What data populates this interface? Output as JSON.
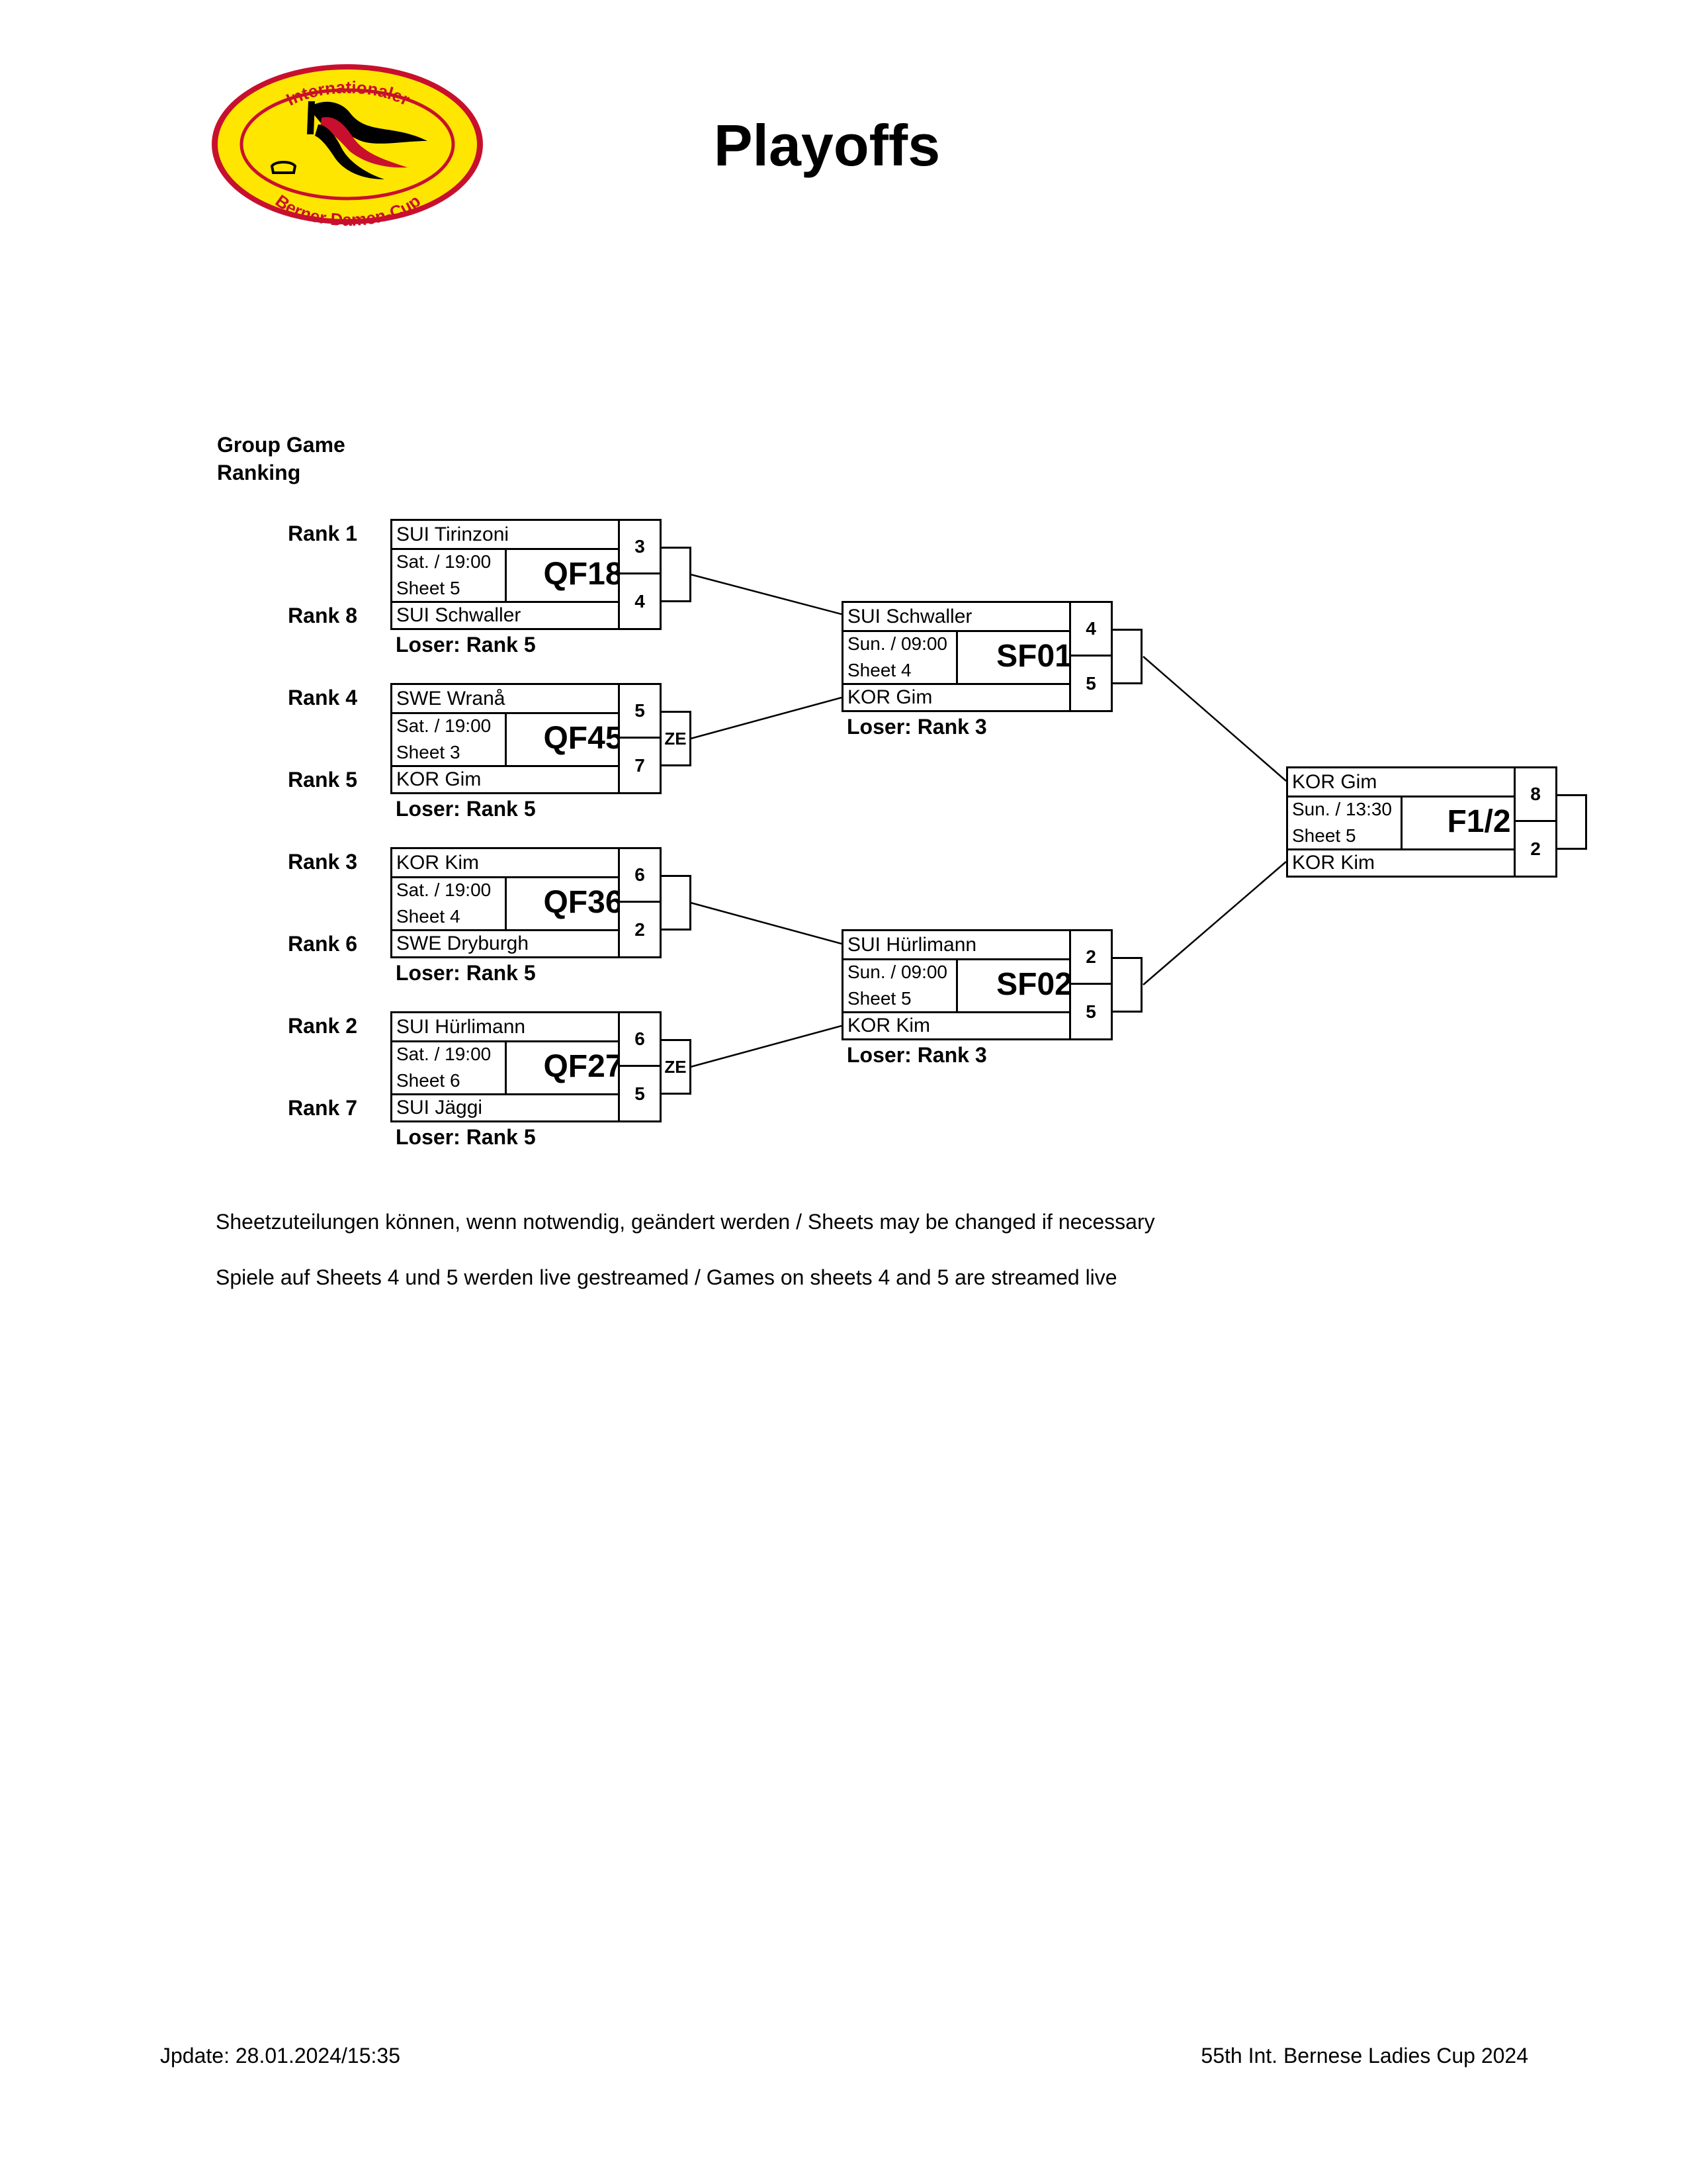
{
  "logo": {
    "top_text": "Internationaler",
    "bottom_text": "Berner Damen-Cup",
    "colors": {
      "fill": "#FFE600",
      "ring": "#C8102E",
      "figure_black": "#000000",
      "figure_red": "#C8102E"
    }
  },
  "title": "Playoffs",
  "group_heading": {
    "line1": "Group Game",
    "line2": "Ranking"
  },
  "ranks": [
    "Rank 1",
    "Rank 8",
    "Rank 4",
    "Rank 5",
    "Rank 3",
    "Rank 6",
    "Rank 2",
    "Rank 7"
  ],
  "games": {
    "qf18": {
      "team1": "SUI Tirinzoni",
      "team2": "SUI Schwaller",
      "day_time": "Sat. / 19:00",
      "sheet": "Sheet 5",
      "code": "QF18",
      "score1": "3",
      "score2": "4",
      "extra": "",
      "loser": "Loser: Rank 5"
    },
    "qf45": {
      "team1": "SWE Wranå",
      "team2": "KOR Gim",
      "day_time": "Sat. / 19:00",
      "sheet": "Sheet 3",
      "code": "QF45",
      "score1": "5",
      "score2": "7",
      "extra": "ZE",
      "loser": "Loser: Rank 5"
    },
    "qf36": {
      "team1": "KOR Kim",
      "team2": "SWE Dryburgh",
      "day_time": "Sat. / 19:00",
      "sheet": "Sheet 4",
      "code": "QF36",
      "score1": "6",
      "score2": "2",
      "extra": "",
      "loser": "Loser: Rank 5"
    },
    "qf27": {
      "team1": "SUI Hürlimann",
      "team2": "SUI Jäggi",
      "day_time": "Sat. / 19:00",
      "sheet": "Sheet 6",
      "code": "QF27",
      "score1": "6",
      "score2": "5",
      "extra": "ZE",
      "loser": "Loser: Rank 5"
    },
    "sf01": {
      "team1": "SUI Schwaller",
      "team2": "KOR Gim",
      "day_time": "Sun. / 09:00",
      "sheet": "Sheet 4",
      "code": "SF01",
      "score1": "4",
      "score2": "5",
      "extra": "",
      "loser": "Loser: Rank 3"
    },
    "sf02": {
      "team1": "SUI Hürlimann",
      "team2": "KOR Kim",
      "day_time": "Sun. / 09:00",
      "sheet": "Sheet 5",
      "code": "SF02",
      "score1": "2",
      "score2": "5",
      "extra": "",
      "loser": "Loser: Rank 3"
    },
    "final": {
      "team1": "KOR Gim",
      "team2": "KOR Kim",
      "day_time": "Sun. / 13:30",
      "sheet": "Sheet 5",
      "code": "F1/2",
      "score1": "8",
      "score2": "2",
      "extra": ""
    }
  },
  "notes": {
    "sheets": "Sheetzuteilungen können, wenn notwendig, geändert werden / Sheets may be changed if necessary",
    "stream": "Spiele auf Sheets 4 und 5 werden live gestreamed / Games on sheets 4 and 5 are streamed live"
  },
  "footer": {
    "update": "Jpdate: 28.01.2024/15:35",
    "event": "55th Int. Bernese Ladies Cup 2024"
  }
}
